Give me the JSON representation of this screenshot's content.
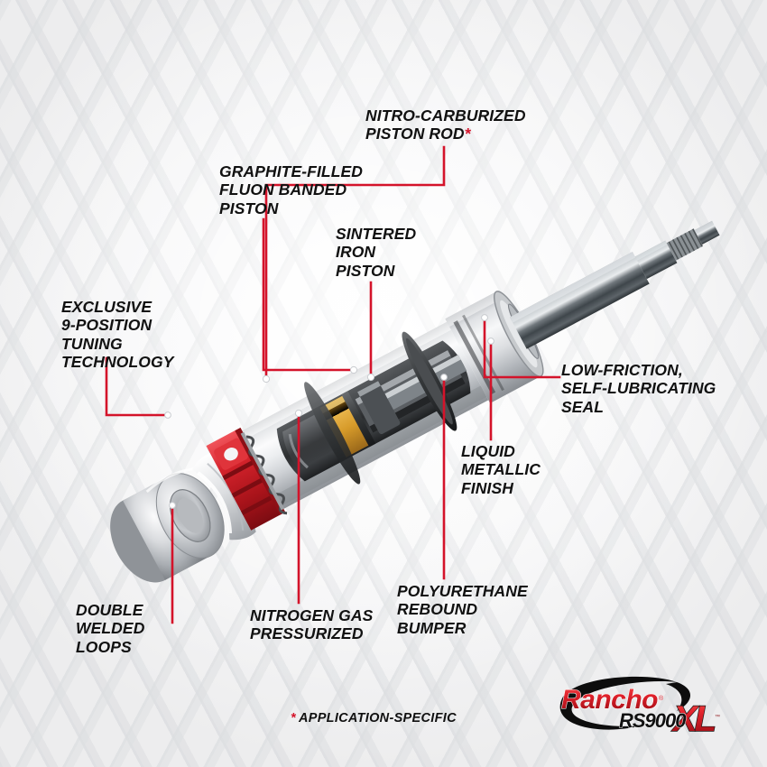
{
  "product": {
    "name": "Rancho RS9000XL Shock Absorber",
    "view": "cutaway-diagram"
  },
  "callouts": [
    {
      "id": "nitro-carburized-piston-rod",
      "text": "NITRO-CARBURIZED\nPISTON ROD",
      "has_asterisk": true,
      "star": "*"
    },
    {
      "id": "graphite-filled-fluon-banded-piston",
      "text": "GRAPHITE-FILLED\nFLUON BANDED\nPISTON",
      "has_asterisk": false,
      "star": ""
    },
    {
      "id": "sintered-iron-piston",
      "text": "SINTERED\nIRON\nPISTON",
      "has_asterisk": false,
      "star": ""
    },
    {
      "id": "exclusive-9-position-tuning-technology",
      "text": "EXCLUSIVE\n9-POSITION\nTUNING\nTECHNOLOGY",
      "has_asterisk": false,
      "star": ""
    },
    {
      "id": "low-friction-self-lubricating-seal",
      "text": "LOW-FRICTION,\nSELF-LUBRICATING\nSEAL",
      "has_asterisk": false,
      "star": ""
    },
    {
      "id": "liquid-metallic-finish",
      "text": "LIQUID\nMETALLIC\nFINISH",
      "has_asterisk": false,
      "star": ""
    },
    {
      "id": "polyurethane-rebound-bumper",
      "text": "POLYURETHANE\nREBOUND\nBUMPER",
      "has_asterisk": false,
      "star": ""
    },
    {
      "id": "nitrogen-gas-pressurized",
      "text": "NITROGEN GAS\nPRESSURIZED",
      "has_asterisk": false,
      "star": ""
    },
    {
      "id": "double-welded-loops",
      "text": "DOUBLE\nWELDED\nLOOPS",
      "has_asterisk": false,
      "star": ""
    }
  ],
  "footnote": {
    "star": "*",
    "text": "APPLICATION-SPECIFIC"
  },
  "logo": {
    "brand": "Rancho",
    "model_prefix": "RS9000",
    "model_suffix": "XL",
    "registered_mark": "®",
    "trademark_mark": "™"
  },
  "colors": {
    "accent_red": "#d4132a",
    "logo_red": "#e1222c",
    "logo_red_dark": "#8d1016",
    "text_black": "#111111",
    "background": "#fbfbfb",
    "body_silver": "#d8dadc",
    "body_silver_light": "#f2f3f4",
    "shaft_chrome": "#6d7478",
    "piston_band_gold": "#d79b2a",
    "adjuster_red": "#cc1f26",
    "chamber_dark": "#3a3c3e"
  }
}
